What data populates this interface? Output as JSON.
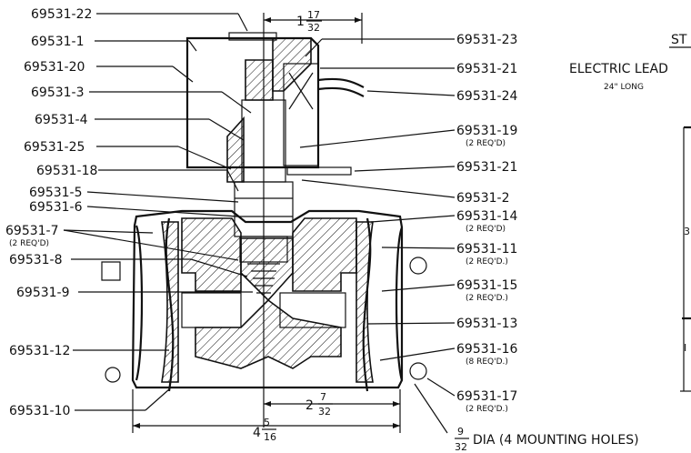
{
  "left_labels": [
    {
      "text": "69531-22"
    },
    {
      "text": "69531-1"
    },
    {
      "text": "69531-20"
    },
    {
      "text": "69531-3"
    },
    {
      "text": "69531-4"
    },
    {
      "text": "69531-25"
    },
    {
      "text": "69531-18"
    },
    {
      "text": "69531-5"
    },
    {
      "text": "69531-6"
    },
    {
      "text": "69531-7",
      "sub": "(2 REQ'D)"
    },
    {
      "text": "69531-8"
    },
    {
      "text": "69531-9"
    },
    {
      "text": "69531-12"
    },
    {
      "text": "69531-10"
    }
  ],
  "right_labels": [
    {
      "text": "69531-23"
    },
    {
      "text": "69531-21"
    },
    {
      "text": "69531-24"
    },
    {
      "text": "69531-19",
      "sub": "(2 REQ'D)"
    },
    {
      "text": "69531-21"
    },
    {
      "text": "69531-2"
    },
    {
      "text": "69531-14",
      "sub": "(2 REQ'D)"
    },
    {
      "text": "69531-11",
      "sub": "(2 REQ'D.)"
    },
    {
      "text": "69531-15",
      "sub": "(2 REQ'D.)"
    },
    {
      "text": "69531-13"
    },
    {
      "text": "69531-16",
      "sub": "(8 REQ'D.)"
    },
    {
      "text": "69531-17",
      "sub": "(2 REQ'D.)"
    }
  ],
  "dimensions": {
    "top_whole": "1",
    "top_num": "17",
    "top_den": "32",
    "bottom_mid_whole": "2",
    "bottom_mid_num": "7",
    "bottom_mid_den": "32",
    "overall_whole": "4",
    "overall_num": "5",
    "overall_den": "16",
    "hole_num": "9",
    "hole_den": "32",
    "hole_text": "DIA (4 MOUNTING HOLES)"
  },
  "side_panel": {
    "heading": "ST",
    "electric_lead": "ELECTRIC LEAD",
    "lead_length": "24\" LONG",
    "edge_glyph_3": "3",
    "edge_glyph_1": "I"
  }
}
